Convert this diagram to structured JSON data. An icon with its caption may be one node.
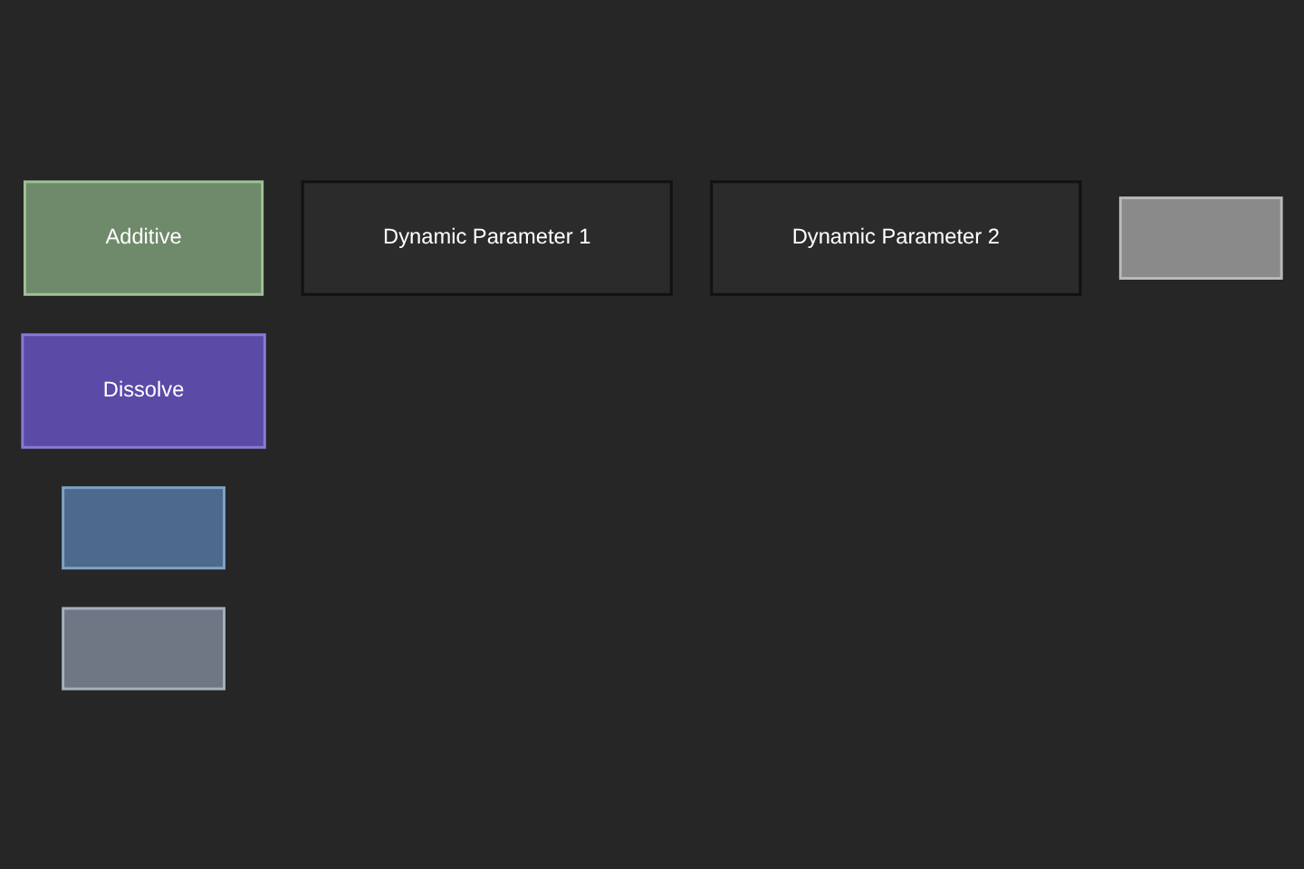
{
  "diagram": {
    "nodes": [
      {
        "text": [
          "Additive"
        ]
      },
      {
        "text": [
          "Dissolve"
        ]
      },
      {
        "text": [],
        "shape": "box"
      },
      {
        "text": [
          "Dynamic Parameter 1"
        ]
      },
      {
        "text": [
          "Dynamic Parameter 2"
        ]
      },
      {
        "text": [],
        "shape": "box"
      },
      {
        "text": [],
        "shape": "box"
      }
    ]
  }
}
